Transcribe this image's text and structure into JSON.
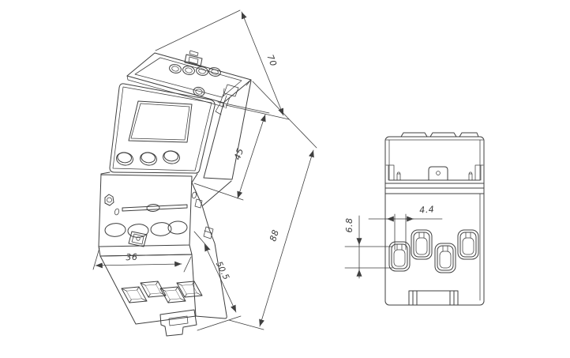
{
  "drawing": {
    "background_color": "#ffffff",
    "line_color": "#3f3f3f",
    "isometric_view": {
      "dimensions": {
        "top_depth": "70",
        "front_height": "45",
        "overall_height": "88",
        "width": "36",
        "lower_depth": "50.5"
      }
    },
    "bottom_view": {
      "dimensions": {
        "terminal_offset": "4.4",
        "terminal_height": "6.8"
      }
    }
  }
}
